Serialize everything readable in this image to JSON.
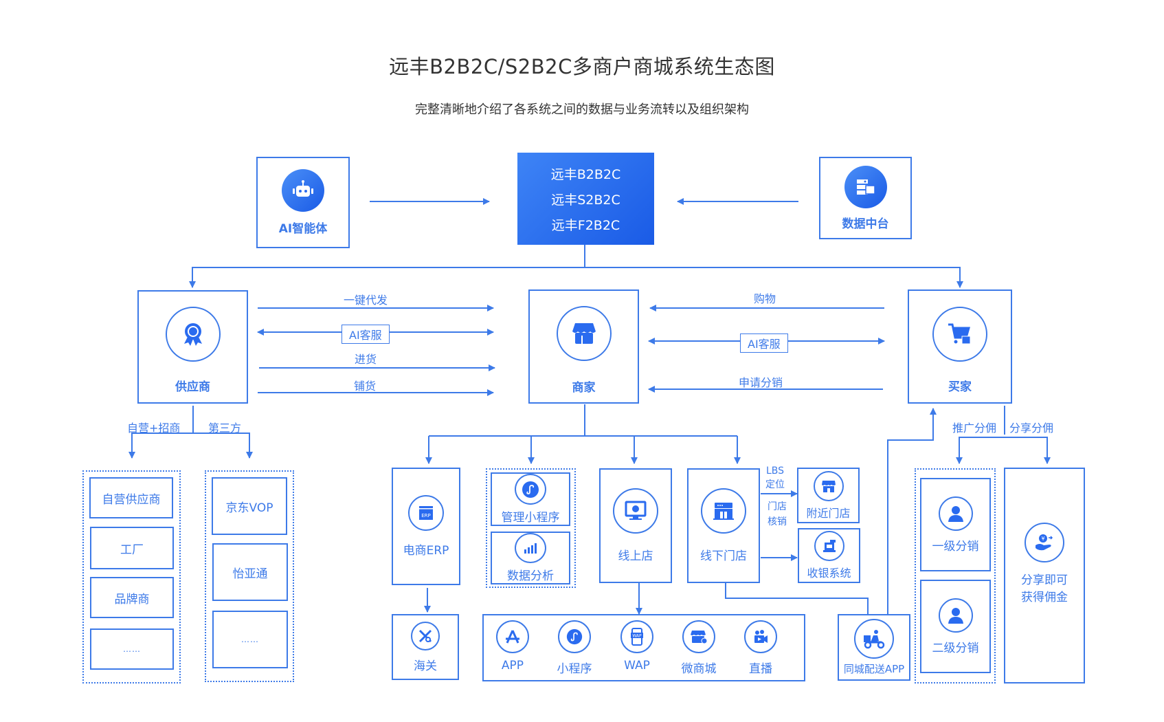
{
  "header": {
    "title": "远丰B2B2C/S2B2C多商户商城系统生态图",
    "subtitle": "完整清晰地介绍了各系统之间的数据与业务流转以及组织架构"
  },
  "colors": {
    "accent": "#3d7ae8",
    "core_gradient_start": "#3e84f6",
    "core_gradient_end": "#1a5be6",
    "title_text": "#333333"
  },
  "top_row": {
    "ai_agent": {
      "label": "AI智能体",
      "icon": "robot-icon"
    },
    "core": {
      "lines": [
        "远丰B2B2C",
        "远丰S2B2C",
        "远丰F2B2C"
      ]
    },
    "data_center": {
      "label": "数据中台",
      "icon": "server-chip-icon"
    }
  },
  "middle_row": {
    "supplier": {
      "label": "供应商",
      "icon": "award-ribbon-icon"
    },
    "merchant": {
      "label": "商家",
      "icon": "storefront-icon"
    },
    "buyer": {
      "label": "买家",
      "icon": "shopping-cart-icon"
    },
    "supplier_merchant_flows": [
      {
        "label": "一键代发",
        "direction": "to-merchant"
      },
      {
        "label": "AI客服",
        "direction": "to-supplier",
        "boxed": true
      },
      {
        "label": "进货",
        "direction": "to-merchant"
      },
      {
        "label": "铺货",
        "direction": "to-merchant"
      }
    ],
    "buyer_merchant_flows": [
      {
        "label": "购物",
        "direction": "to-merchant"
      },
      {
        "label": "AI客服",
        "direction": "to-buyer",
        "boxed": true
      },
      {
        "label": "申请分销",
        "direction": "to-merchant"
      }
    ]
  },
  "supplier_branch": {
    "left_label": "自营+招商",
    "right_label": "第三方",
    "self_operated": [
      "自营供应商",
      "工厂",
      "品牌商",
      "……"
    ],
    "third_party": [
      "京东VOP",
      "怡亚通",
      "……"
    ]
  },
  "merchant_branch": {
    "erp": {
      "label": "电商ERP",
      "icon": "erp-icon"
    },
    "customs": {
      "label": "海关",
      "icon": "customs-tools-icon"
    },
    "admin_tools": [
      {
        "label": "管理小程序",
        "icon": "mini-program-icon"
      },
      {
        "label": "数据分析",
        "icon": "bar-chart-icon"
      }
    ],
    "online_store": {
      "label": "线上店",
      "icon": "monitor-store-icon"
    },
    "offline_store": {
      "label": "线下门店",
      "icon": "shop-building-icon"
    },
    "offline_flows": [
      {
        "label_lines": [
          "LBS",
          "定位"
        ]
      },
      {
        "label_lines": [
          "门店",
          "核销"
        ]
      }
    ],
    "nearby_store": {
      "label": "附近门店",
      "icon": "store-awning-icon"
    },
    "cashier": {
      "label": "收银系统",
      "icon": "cash-register-icon"
    },
    "delivery_app": {
      "label": "同城配送APP",
      "icon": "delivery-scooter-icon"
    },
    "channels": [
      {
        "label": "APP",
        "icon": "app-store-icon"
      },
      {
        "label": "小程序",
        "icon": "mini-program-icon"
      },
      {
        "label": "WAP",
        "icon": "wap-phone-icon"
      },
      {
        "label": "微商城",
        "icon": "micro-mall-icon"
      },
      {
        "label": "直播",
        "icon": "live-video-icon"
      }
    ]
  },
  "buyer_branch": {
    "left_label": "推广分佣",
    "right_label": "分享分佣",
    "distribution_levels": [
      {
        "label": "一级分销",
        "icon": "user-icon"
      },
      {
        "label": "二级分销",
        "icon": "user-icon"
      }
    ],
    "share_commission": {
      "label_lines": [
        "分享即可",
        "获得佣金"
      ],
      "icon": "hand-coin-icon"
    }
  }
}
